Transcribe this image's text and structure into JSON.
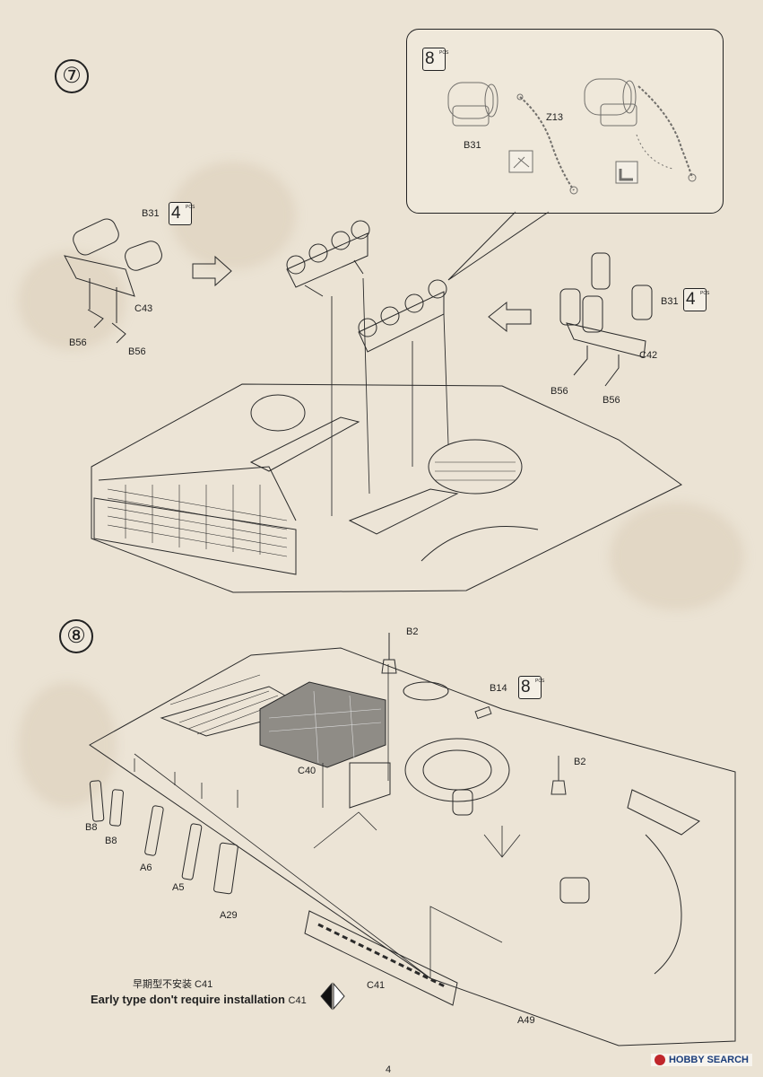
{
  "steps": [
    {
      "number": "⑦",
      "callout": {
        "pcs": "8",
        "pcs_unit": "PCS",
        "labels": [
          "B31",
          "Z13"
        ]
      },
      "labels": [
        "B31",
        "C43",
        "B56",
        "B56",
        "B31",
        "C42",
        "B56",
        "B56"
      ],
      "pcs": [
        "4",
        "4"
      ],
      "pcs_unit": "PCS"
    },
    {
      "number": "⑧",
      "labels": [
        "B2",
        "B14",
        "B2",
        "C40",
        "B8",
        "B8",
        "A6",
        "A5",
        "A29",
        "C41",
        "A49"
      ],
      "pcs": [
        "8"
      ],
      "pcs_unit": "PCS"
    }
  ],
  "note": {
    "cn": "早期型不安装 C41",
    "en": "Early type don't require installation",
    "en_ref": "C41"
  },
  "page_number": "4",
  "watermark": "HOBBY SEARCH"
}
